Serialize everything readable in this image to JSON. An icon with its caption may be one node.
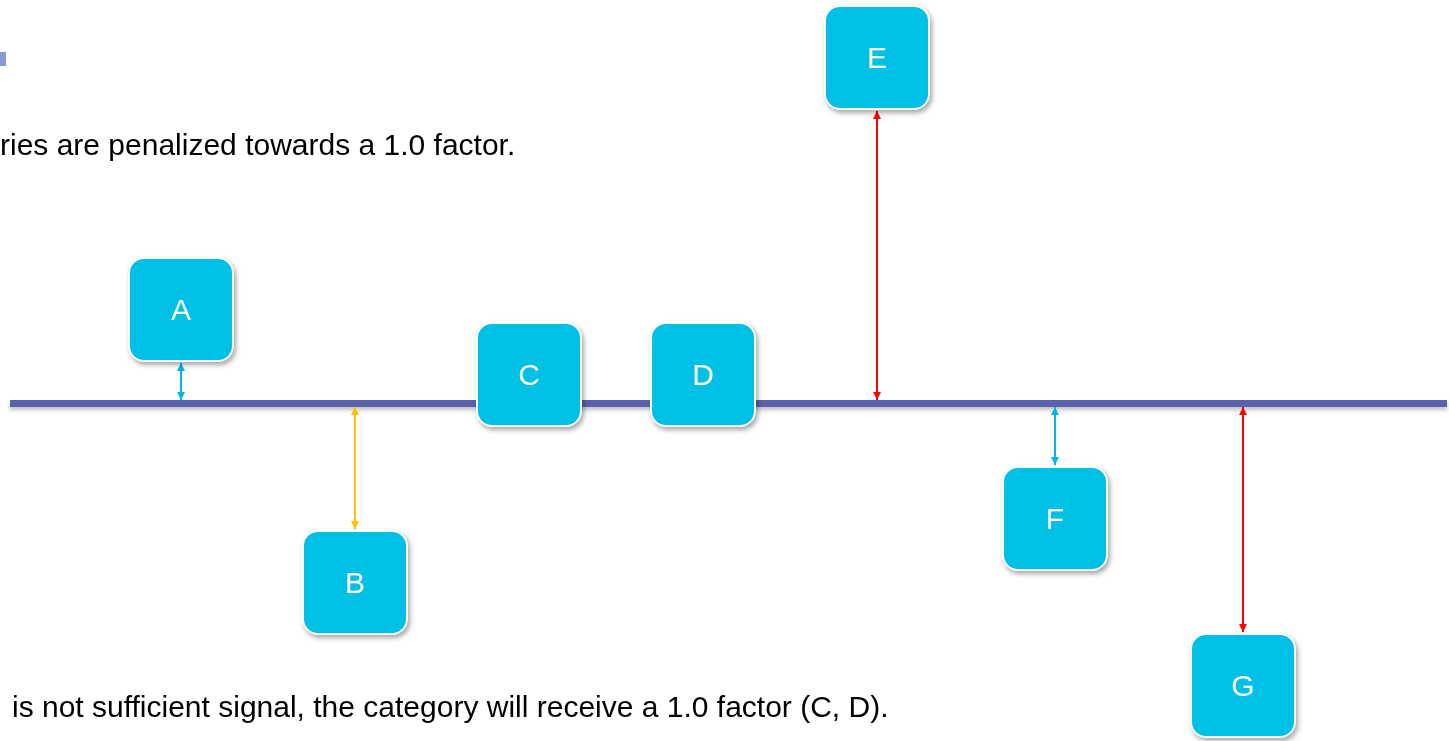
{
  "diagram": {
    "nodes": [
      {
        "text": [
          "A"
        ]
      },
      {
        "text": [
          "B"
        ]
      },
      {
        "text": [
          "C"
        ]
      },
      {
        "text": [
          "D"
        ]
      },
      {
        "text": [
          "E"
        ]
      },
      {
        "text": [
          "F"
        ]
      },
      {
        "text": [
          "G"
        ]
      },
      {
        "text": [],
        "shape": "bar"
      }
    ],
    "edges": [
      {
        "from": 0,
        "to": 7,
        "arrow": "both",
        "color": "#00b8e0"
      },
      {
        "from": 1,
        "to": 7,
        "arrow": "both",
        "color": "#ffc000"
      },
      {
        "from": 4,
        "to": 7,
        "arrow": "both",
        "color": "#ff0000"
      },
      {
        "from": 5,
        "to": 7,
        "arrow": "both",
        "color": "#00b8e0"
      },
      {
        "from": 6,
        "to": 7,
        "arrow": "both",
        "color": "#ff0000"
      }
    ],
    "labels": [
      "ries are penalized towards a 1.0 factor.",
      "is not sufficient signal, the category will receive a 1.0 factor (C, D)."
    ]
  }
}
